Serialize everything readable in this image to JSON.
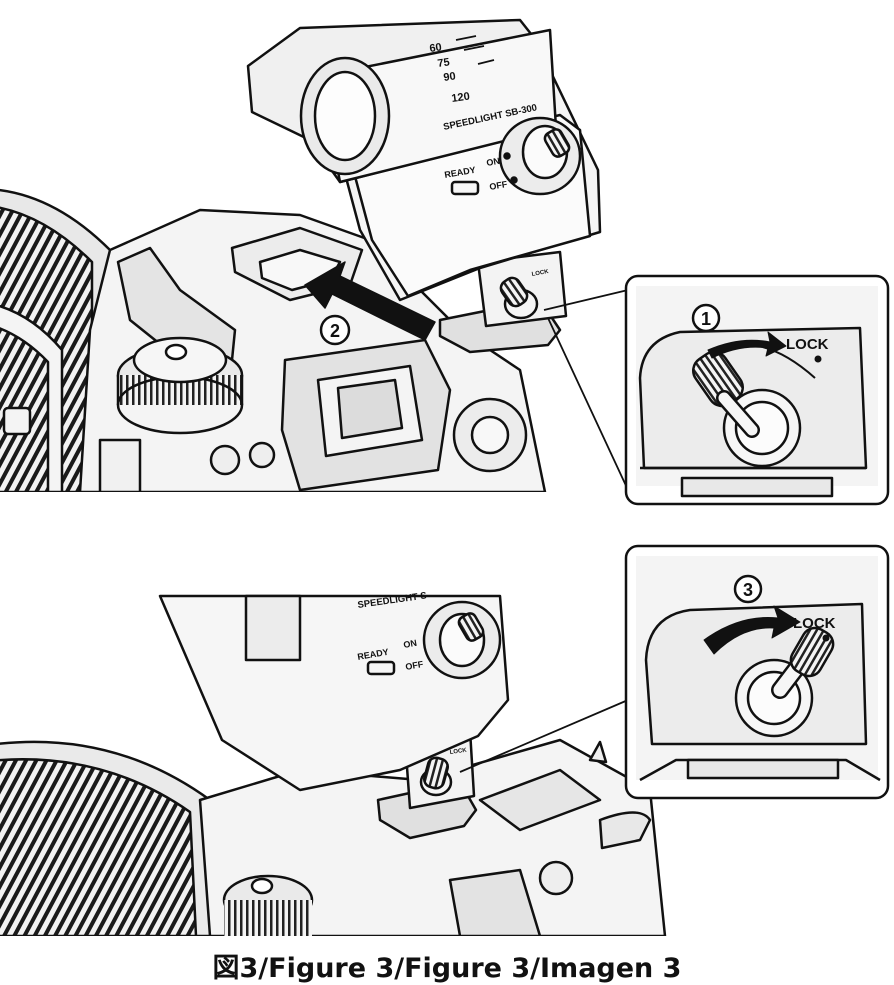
{
  "flash": {
    "model": "SPEEDLIGHT SB-300",
    "model_partial": "SPEEDLIGHT S",
    "zoom_marks": [
      "60",
      "75",
      "90",
      "120"
    ],
    "ready_label": "READY",
    "on_label": "ON",
    "off_label": "OFF",
    "lock_label": "LOCK"
  },
  "steps": {
    "step1": "1",
    "step2": "2",
    "step3": "3"
  },
  "caption": "図3/Figure 3/Figure 3/Imagen 3",
  "colors": {
    "line": "#111111",
    "light_gray": "#f4f4f4",
    "mid_gray": "#e3e3e3",
    "dark_gray": "#c9c9c9",
    "background": "#ffffff"
  }
}
